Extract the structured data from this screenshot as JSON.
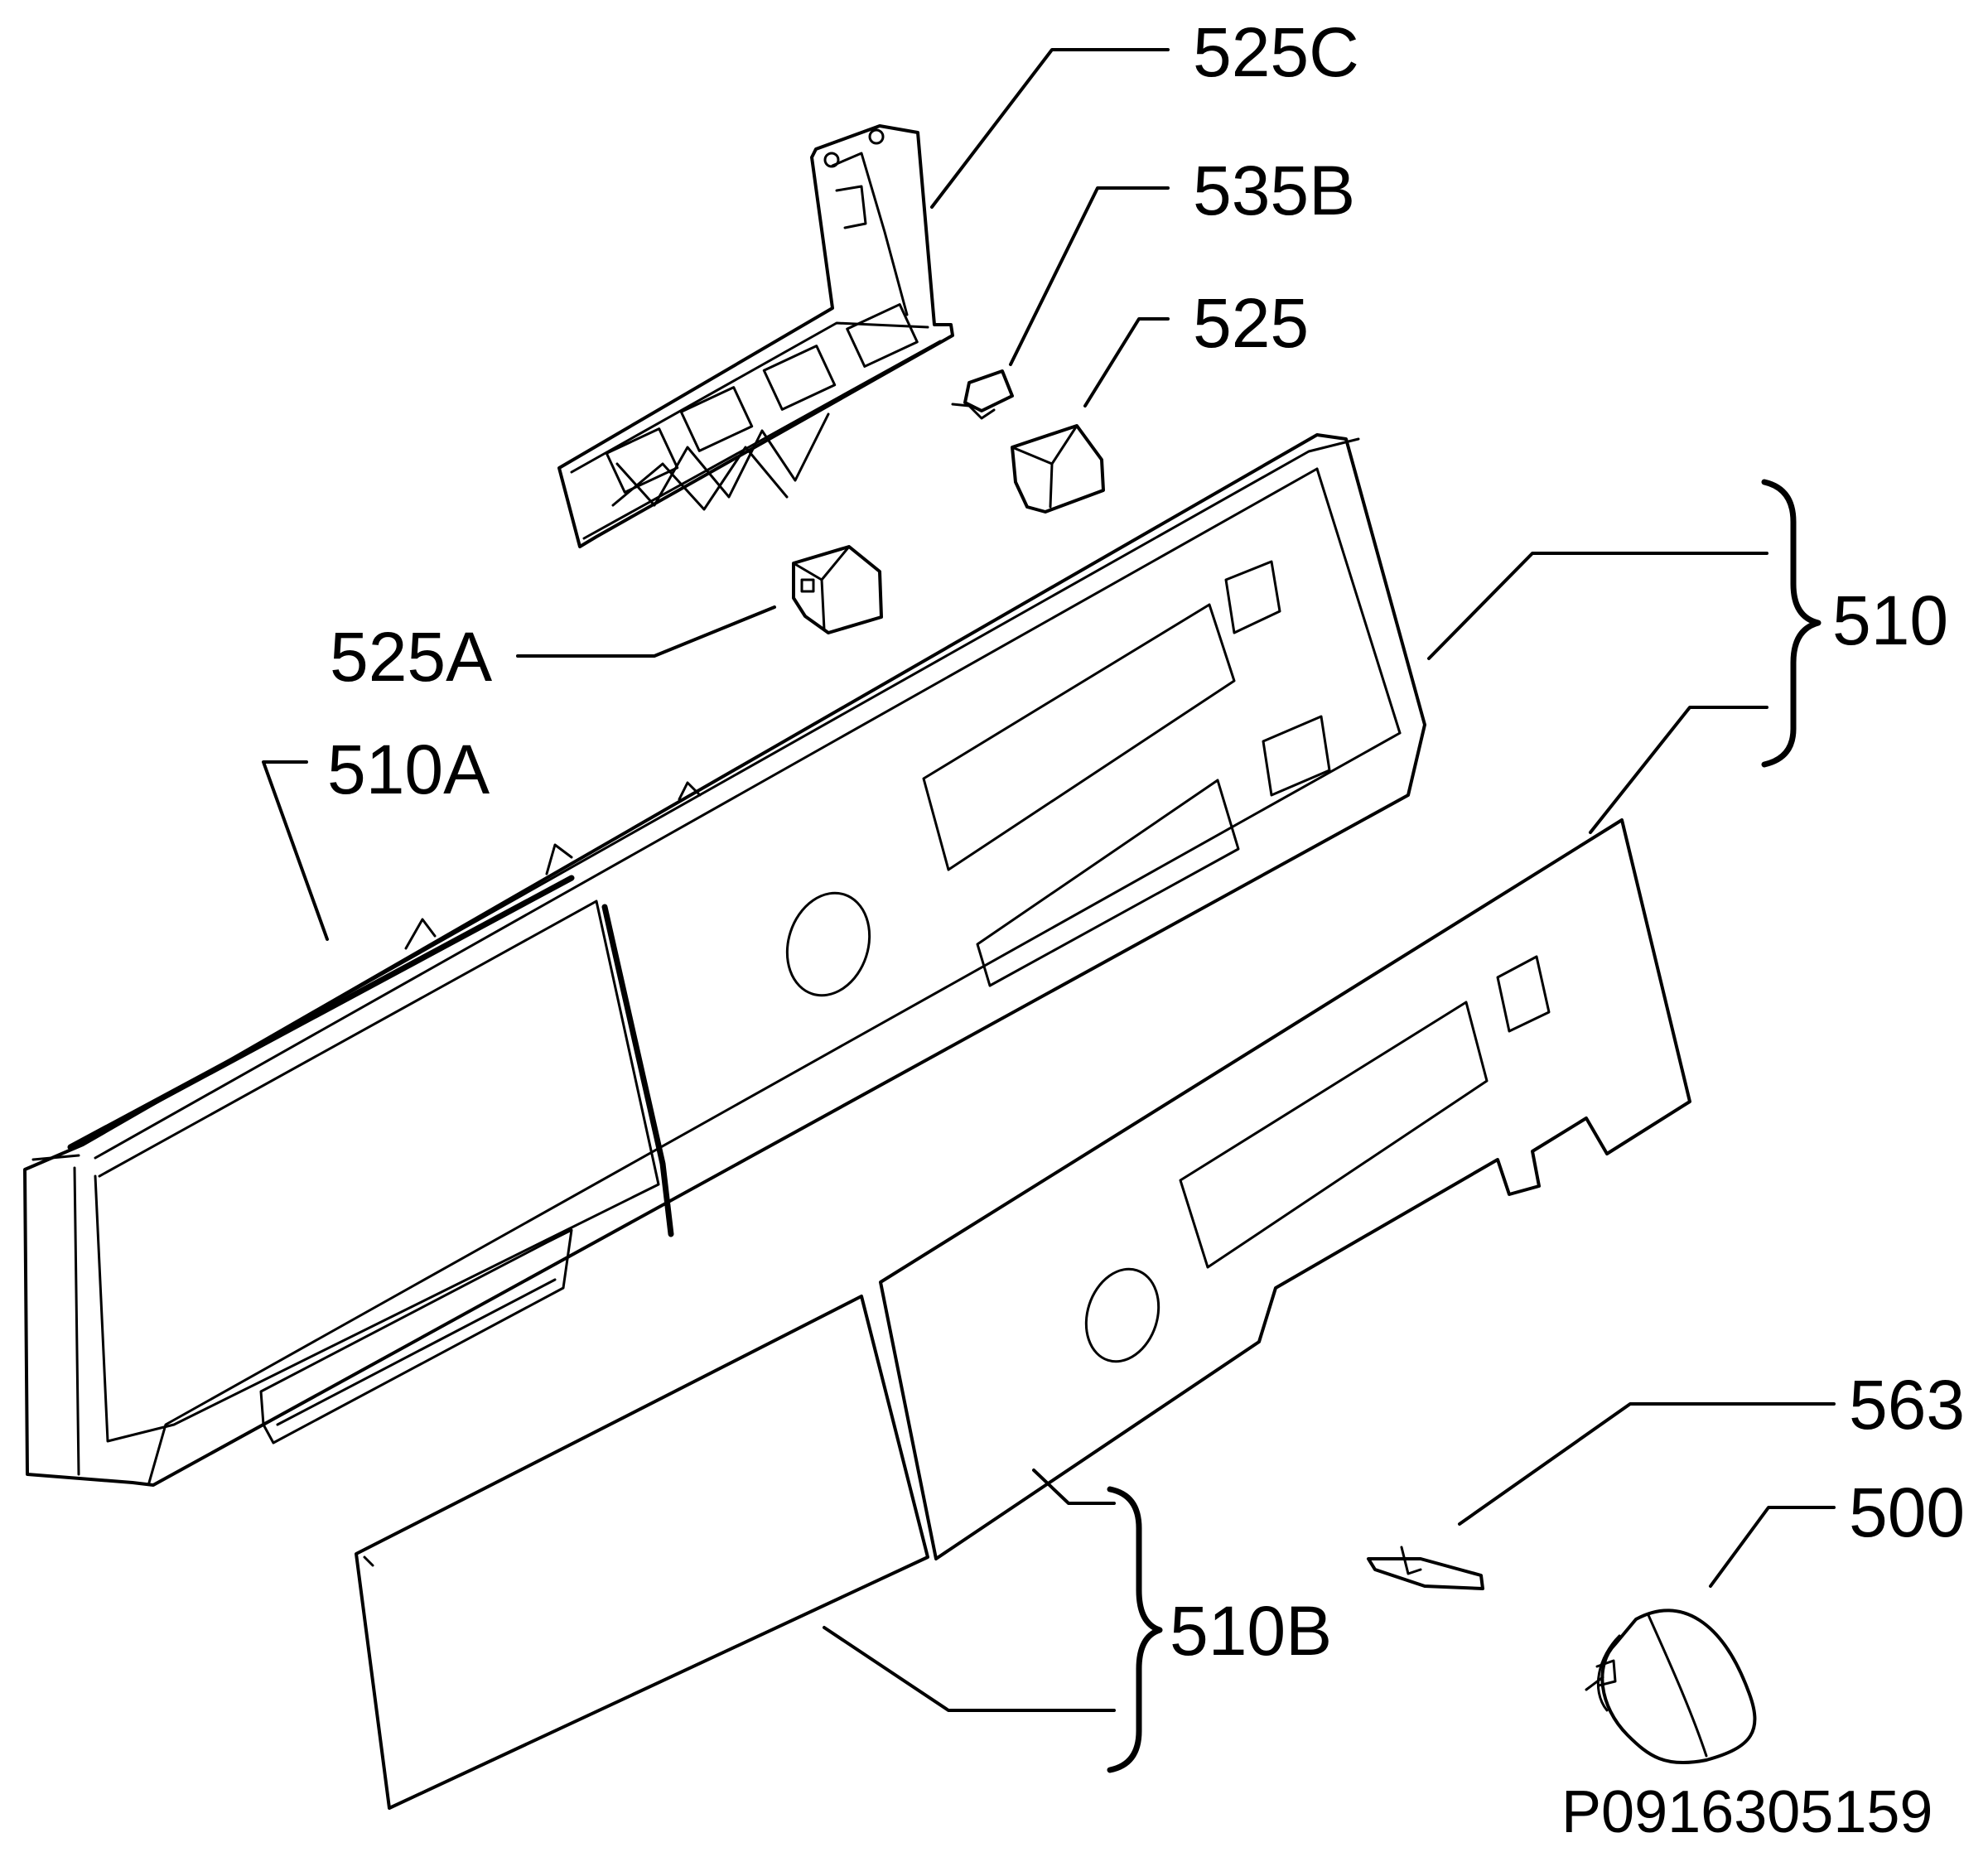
{
  "callouts": {
    "c525c": "525C",
    "c535b": "535B",
    "c525": "525",
    "c525a": "525A",
    "c510a": "510A",
    "c510": "510",
    "c563": "563",
    "c500": "500",
    "c510b": "510B"
  },
  "drawing_number": "P0916305159"
}
